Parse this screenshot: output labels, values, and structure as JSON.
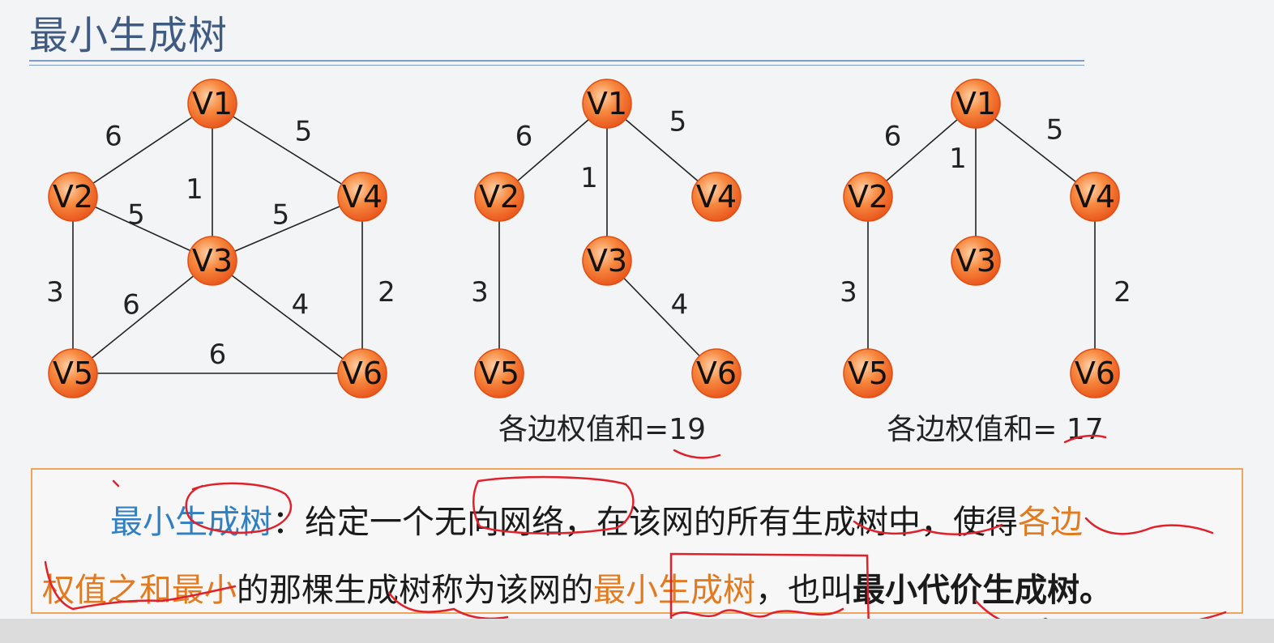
{
  "title": "最小生成树",
  "graphs": [
    {
      "id": "g1",
      "nodes": [
        "V1",
        "V2",
        "V3",
        "V4",
        "V5",
        "V6"
      ],
      "edges": [
        {
          "from": "V1",
          "to": "V2",
          "weight": "6"
        },
        {
          "from": "V1",
          "to": "V3",
          "weight": "1"
        },
        {
          "from": "V1",
          "to": "V4",
          "weight": "5"
        },
        {
          "from": "V2",
          "to": "V3",
          "weight": "5"
        },
        {
          "from": "V3",
          "to": "V4",
          "weight": "5"
        },
        {
          "from": "V2",
          "to": "V5",
          "weight": "3"
        },
        {
          "from": "V3",
          "to": "V5",
          "weight": "6"
        },
        {
          "from": "V3",
          "to": "V6",
          "weight": "4"
        },
        {
          "from": "V4",
          "to": "V6",
          "weight": "2"
        },
        {
          "from": "V5",
          "to": "V6",
          "weight": "6"
        }
      ],
      "sum_label": ""
    },
    {
      "id": "g2",
      "nodes": [
        "V1",
        "V2",
        "V3",
        "V4",
        "V5",
        "V6"
      ],
      "edges": [
        {
          "from": "V1",
          "to": "V2",
          "weight": "6"
        },
        {
          "from": "V1",
          "to": "V3",
          "weight": "1"
        },
        {
          "from": "V1",
          "to": "V4",
          "weight": "5"
        },
        {
          "from": "V2",
          "to": "V5",
          "weight": "3"
        },
        {
          "from": "V3",
          "to": "V6",
          "weight": "4"
        }
      ],
      "sum_label": "各边权值和=19"
    },
    {
      "id": "g3",
      "nodes": [
        "V1",
        "V2",
        "V3",
        "V4",
        "V5",
        "V6"
      ],
      "edges": [
        {
          "from": "V1",
          "to": "V2",
          "weight": "6"
        },
        {
          "from": "V1",
          "to": "V3",
          "weight": "1"
        },
        {
          "from": "V1",
          "to": "V4",
          "weight": "5"
        },
        {
          "from": "V2",
          "to": "V5",
          "weight": "3"
        },
        {
          "from": "V4",
          "to": "V6",
          "weight": "2"
        }
      ],
      "sum_label": "各边权值和= 17"
    }
  ],
  "definition": {
    "term": "最小生成树",
    "part1": "：给定一个无向网络，在该网的所有生成树中，使得",
    "emph1_a": "各边",
    "emph1_b": "权值之和最小",
    "part2": "的那棵生成树称为该网的",
    "emph2": "最小生成树",
    "part3": "，也叫",
    "bold_term": "最小代价生成树。"
  },
  "colors": {
    "title": "#3f5b82",
    "node_fill": "#f5732a",
    "node_edge": "#e04e12",
    "term": "#2f7fc1",
    "emphasis": "#e27a1f",
    "ink": "#e0212b",
    "box_border": "#f0a35b"
  }
}
